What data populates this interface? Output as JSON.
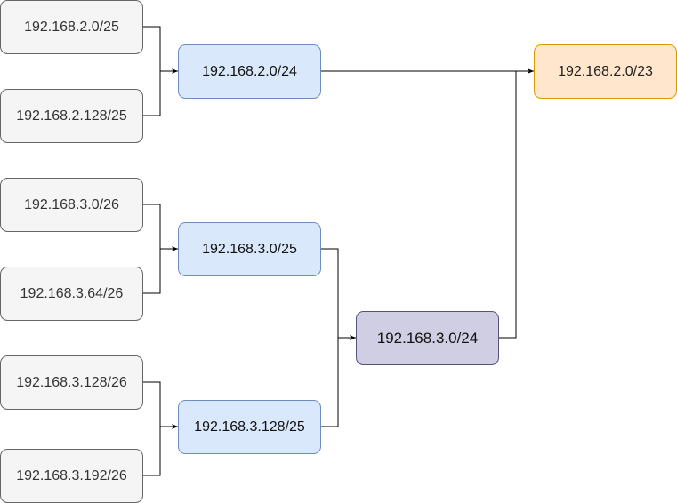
{
  "nodes": {
    "n_2_0_25": {
      "label": "192.168.2.0/25",
      "fill": "#f5f5f5",
      "stroke": "#666666"
    },
    "n_2_128_25": {
      "label": "192.168.2.128/25",
      "fill": "#f5f5f5",
      "stroke": "#666666"
    },
    "n_3_0_26": {
      "label": "192.168.3.0/26",
      "fill": "#f5f5f5",
      "stroke": "#666666"
    },
    "n_3_64_26": {
      "label": "192.168.3.64/26",
      "fill": "#f5f5f5",
      "stroke": "#666666"
    },
    "n_3_128_26": {
      "label": "192.168.3.128/26",
      "fill": "#f5f5f5",
      "stroke": "#666666"
    },
    "n_3_192_26": {
      "label": "192.168.3.192/26",
      "fill": "#f5f5f5",
      "stroke": "#666666"
    },
    "n_2_0_24": {
      "label": "192.168.2.0/24",
      "fill": "#dae8fc",
      "stroke": "#6c8ebf"
    },
    "n_3_0_25": {
      "label": "192.168.3.0/25",
      "fill": "#dae8fc",
      "stroke": "#6c8ebf"
    },
    "n_3_128_25": {
      "label": "192.168.3.128/25",
      "fill": "#dae8fc",
      "stroke": "#6c8ebf"
    },
    "n_3_0_24": {
      "label": "192.168.3.0/24",
      "fill": "#d0cee2",
      "stroke": "#56517e"
    },
    "n_2_0_23": {
      "label": "192.168.2.0/23",
      "fill": "#ffe6cc",
      "stroke": "#d79b00"
    }
  },
  "edges": [
    {
      "from": "n_2_0_25",
      "to": "n_2_0_24"
    },
    {
      "from": "n_2_128_25",
      "to": "n_2_0_24"
    },
    {
      "from": "n_3_0_26",
      "to": "n_3_0_25"
    },
    {
      "from": "n_3_64_26",
      "to": "n_3_0_25"
    },
    {
      "from": "n_3_128_26",
      "to": "n_3_128_25"
    },
    {
      "from": "n_3_192_26",
      "to": "n_3_128_25"
    },
    {
      "from": "n_3_0_25",
      "to": "n_3_0_24"
    },
    {
      "from": "n_3_128_25",
      "to": "n_3_0_24"
    },
    {
      "from": "n_2_0_24",
      "to": "n_2_0_23"
    },
    {
      "from": "n_3_0_24",
      "to": "n_2_0_23"
    }
  ]
}
